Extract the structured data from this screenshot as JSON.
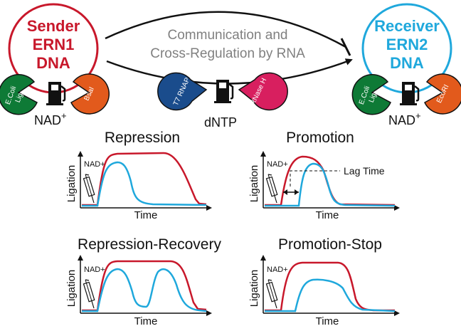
{
  "sender": {
    "label_line1": "Sender",
    "label_line2": "ERN1",
    "label_line3": "DNA",
    "color": "#c8182b",
    "ligase_line1": "E.Coli",
    "ligase_line2": "Lig.",
    "enzyme": "BsaI",
    "cofactor": "NAD",
    "cofactor_sup": "+"
  },
  "receiver": {
    "label_line1": "Receiver",
    "label_line2": "ERN2",
    "label_line3": "DNA",
    "color": "#1fa8dc",
    "ligase_line1": "E.Coli",
    "ligase_line2": "Lig.",
    "enzyme": "EcoRI",
    "cofactor": "NAD",
    "cofactor_sup": "+"
  },
  "middle": {
    "line1": "Communication and",
    "line2": "Cross-Regulation by RNA",
    "enzyme_left": "T7 RNAP",
    "enzyme_right": "RNase H",
    "fuel": "dNTP"
  },
  "colors": {
    "red": "#c8182b",
    "blue": "#1fa8dc",
    "green": "#0e7a36",
    "orange": "#e25a1c",
    "navy": "#1a4c8c",
    "magenta": "#d81f5f",
    "gray": "#808080"
  },
  "panels": [
    {
      "title": "Repression",
      "ylabel": "Ligation",
      "xlabel": "Time",
      "nad_label": "NAD+"
    },
    {
      "title": "Promotion",
      "ylabel": "Ligation",
      "xlabel": "Time",
      "nad_label": "NAD+",
      "annotation": "Lag Time"
    },
    {
      "title": "Repression-Recovery",
      "ylabel": "Ligation",
      "xlabel": "Time",
      "nad_label": "NAD+"
    },
    {
      "title": "Promotion-Stop",
      "ylabel": "Ligation",
      "xlabel": "Time",
      "nad_label": "NAD+"
    }
  ]
}
